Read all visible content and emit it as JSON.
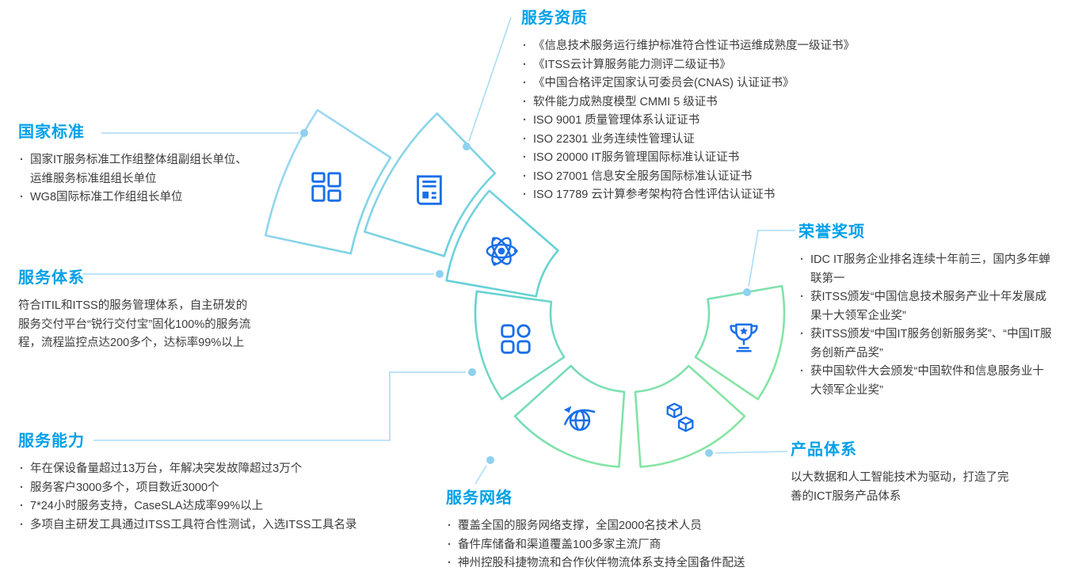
{
  "accent": {
    "heading_color": "#00a0e9",
    "icon_blue": "#1a6fe8",
    "ring_blue": "#9fd7f3",
    "ring_green": "#85e5a2",
    "connector_line": "#aadcf6",
    "connector_dot": "#8ed1f1",
    "body_text": "#3c3c3c"
  },
  "sections": {
    "national_standards": {
      "title": "国家标准",
      "items": [
        "国家IT服务标准工作组整体组副组长单位、运维服务标准组组长单位",
        "WG8国际标准工作组组长单位"
      ]
    },
    "qualifications": {
      "title": "服务资质",
      "items": [
        "《信息技术服务运行维护标准符合性证书运维成熟度一级证书》",
        "《ITSS云计算服务能力测评二级证书》",
        "《中国合格评定国家认可委员会(CNAS) 认证证书》",
        "软件能力成熟度模型 CMMI 5 级证书",
        "ISO 9001 质量管理体系认证证书",
        "ISO 22301 业务连续性管理认证",
        "ISO 20000 IT服务管理国际标准认证证书",
        "ISO 27001 信息安全服务国际标准认证证书",
        "ISO 17789 云计算参考架构符合性评估认证证书"
      ]
    },
    "service_system": {
      "title": "服务体系",
      "paragraph": "符合ITIL和ITSS的服务管理体系，自主研发的服务交付平台“锐行交付宝”固化100%的服务流程，流程监控点达200多个，达标率99%以上"
    },
    "honors": {
      "title": "荣誉奖项",
      "items": [
        "IDC IT服务企业排名连续十年前三，国内多年蝉联第一",
        "获ITSS颁发“中国信息技术服务产业十年发展成果十大领军企业奖”",
        "获ITSS颁发“中国IT服务创新服务奖”、“中国IT服务创新产品奖”",
        "获中国软件大会颁发“中国软件和信息服务业十大领军企业奖”"
      ]
    },
    "capability": {
      "title": "服务能力",
      "items": [
        "年在保设备量超过13万台，年解决突发故障超过3万个",
        "服务客户3000多个，项目数近3000个",
        "7*24小时服务支持，CaseSLA达成率99%以上",
        "多项自主研发工具通过ITSS工具符合性测试，入选ITSS工具名录"
      ]
    },
    "product_system": {
      "title": "产品体系",
      "paragraph": "以大数据和人工智能技术为驱动，打造了完善的ICT服务产品体系"
    },
    "network": {
      "title": "服务网络",
      "items": [
        "覆盖全国的服务网络支撑，全国2000名技术人员",
        "备件库储备和渠道覆盖100多家主流厂商",
        "神州控股科捷物流和合作伙伴物流体系支持全国备件配送"
      ]
    }
  },
  "diagram": {
    "segments": [
      {
        "icon": "blocks-icon"
      },
      {
        "icon": "newspaper-icon"
      },
      {
        "icon": "atom-icon"
      },
      {
        "icon": "apps-grid-icon"
      },
      {
        "icon": "globe-orbit-icon"
      },
      {
        "icon": "cubes-icon"
      },
      {
        "icon": "trophy-icon"
      }
    ]
  }
}
